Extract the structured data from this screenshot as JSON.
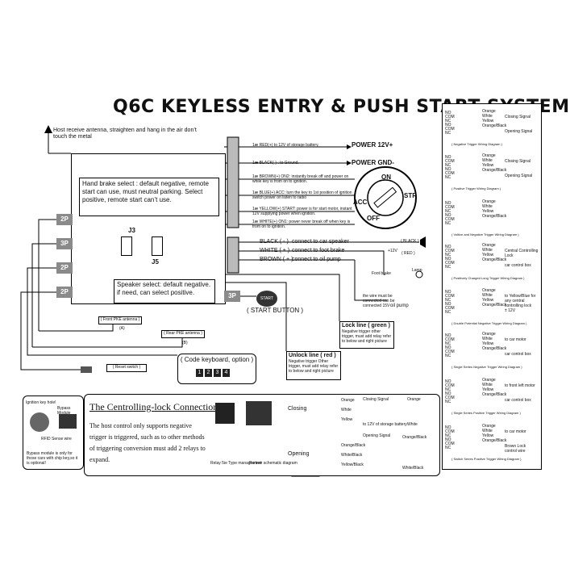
{
  "title": "Q6C  KEYLESS ENTRY & PUSH START SYSTEM",
  "antenna_note": "Host receive antenna, straighten and hang in the air don’t touch the metal",
  "hand_brake_note": "Hand brake select : default negative,  remote start can use, must neutral parking. Select positive, remote start can’t use.",
  "jumpers": {
    "j3": "J3",
    "j5": "J5"
  },
  "speaker_note": "Speaker select: default negative. if need, can select positive.",
  "connectors": {
    "top": "2P",
    "p3": "3P",
    "p2b": "2P",
    "p2c": "2P",
    "p3out": "3P"
  },
  "power_wires": [
    {
      "label": "1æ RED(+) to 12V of storage battery.",
      "dest": "POWER 12V+"
    },
    {
      "label": "1æ BLACK(-) : to Ground.",
      "dest": "POWER GND-"
    },
    {
      "label": "1æ BROWN(+)   ON2: instantly break off and power on while key is from on to ignition.",
      "dest": "ON"
    },
    {
      "label": "1æ BLUE(+)   ACC: turn the key to 1st position of ignition switch power on listen to radio",
      "dest": "ACC"
    },
    {
      "label": "1æ YELLOW(+)   START: power is for start motor, instant 12V supplying power when ignition.",
      "dest": "STR"
    },
    {
      "label": "1æ WHITE(+)   ON1: power never break off when key is from on to ignition.",
      "dest": "OFF"
    }
  ],
  "ignition_labels": {
    "on": "ON",
    "acc": "ACC",
    "str": "STR",
    "off": "OFF"
  },
  "output_wires": [
    {
      "color": "BLACK ( - )",
      "text": "connect to car speaker"
    },
    {
      "color": "WHITE ( + )",
      "text": "connect to foot brake"
    },
    {
      "color": "BROWN ( + )",
      "text": "connect to oil pump"
    }
  ],
  "right_labels": {
    "black": "( BLACK )",
    "plus12": "+12V",
    "red": "( RED )",
    "foot_brake": "Foot brake",
    "lamp": "Lamp",
    "oil_pump": "oil pump",
    "oil_note": "the wire must be connected can be connected 15V"
  },
  "start_button": {
    "knob": "START",
    "label": "( START BUTTON )"
  },
  "lock_line": {
    "title": "Lock line ( green )",
    "desc": "Negative trigger other trigger, must add relay refer to below and right picture"
  },
  "unlock_line": {
    "title": "Unlock line ( red )",
    "desc": "Negative trigger Other trigger, must add relay refer to below and right picture"
  },
  "front_pke": {
    "title": "( Front PKE antenna )",
    "sub": "(A)"
  },
  "rear_pke": {
    "title": "( Rear PKE antenna )",
    "sub": "(B)"
  },
  "reset": {
    "title": "( Reset switch )"
  },
  "code_keyboard": {
    "title": "( Code keyboard, option )",
    "keys": [
      "1",
      "2",
      "3",
      "4"
    ]
  },
  "bypass": {
    "ign_key": "Ignition key hole!",
    "module": "Bypass Module",
    "rfid": "RFID Sense wire",
    "note": "Bypass module is only for those cars with chip key,so it is optional!"
  },
  "central_lock": {
    "title": "The Centrolling-lock Connection",
    "body": "The host control only supports negative trigger is triggered, such as to other methods of triggering conversion must add 2 relays to expand.",
    "relay_cap": "Relay 5ie Type management",
    "schematic_cap": "Partner schematic diagram",
    "closing": "Closing",
    "opening": "Opening",
    "closing_pins": [
      "Orange",
      "White",
      "Yellow"
    ],
    "opening_pins": [
      "Orange/Black",
      "White/Black",
      "Yellow/Black"
    ],
    "closing_signal": "Closing Signal",
    "opening_signal": "Opening Signal",
    "motor_note": "to 12V of storage battery",
    "right_labels": [
      "Orange",
      "White",
      "Orange/Black",
      "White/Black"
    ]
  },
  "side_panels": [
    {
      "caption": "( Negative Trigger Wiring Diagram )",
      "sig1": "Closing Signal",
      "sig2": "Opening Signal"
    },
    {
      "caption": "( Positive Trigger Wiring Diagram )",
      "sig1": "Closing Signal",
      "sig2": "Opening Signal"
    },
    {
      "caption": "( Voltice and Negative Trigger Wiring Diagram )",
      "sig1": "",
      "sig2": ""
    },
    {
      "caption": "( Positively Charged Long Trigger Wiring Diagram )",
      "sig1": "Central Controlling Lock",
      "sig2": "car control box"
    },
    {
      "caption": "( Double Potential Negative Trigger Wiring Diagram )",
      "sig1": "to Yellow/Blue for any central controlling lock",
      "sig2": "± 12V"
    },
    {
      "caption": "( Single Series Negative Trigger Wiring Diagram )",
      "sig1": "to car motor",
      "sig2": "car control box"
    },
    {
      "caption": "( Single Series Positive Trigger Wiring Diagram )",
      "sig1": "to front left motor",
      "sig2": "car control box"
    },
    {
      "caption": "( Switch Series Positive Trigger Wiring Diagram )",
      "sig1": "to car motor",
      "sig2": "Brown Lock control wire"
    }
  ],
  "panel_pins": [
    "NO",
    "COM",
    "NC",
    "NO",
    "COM",
    "NC"
  ],
  "panel_wire_colors": [
    "Orange",
    "White",
    "Yellow",
    "Orange/Black",
    "White/Black",
    "Yellow/Black"
  ]
}
